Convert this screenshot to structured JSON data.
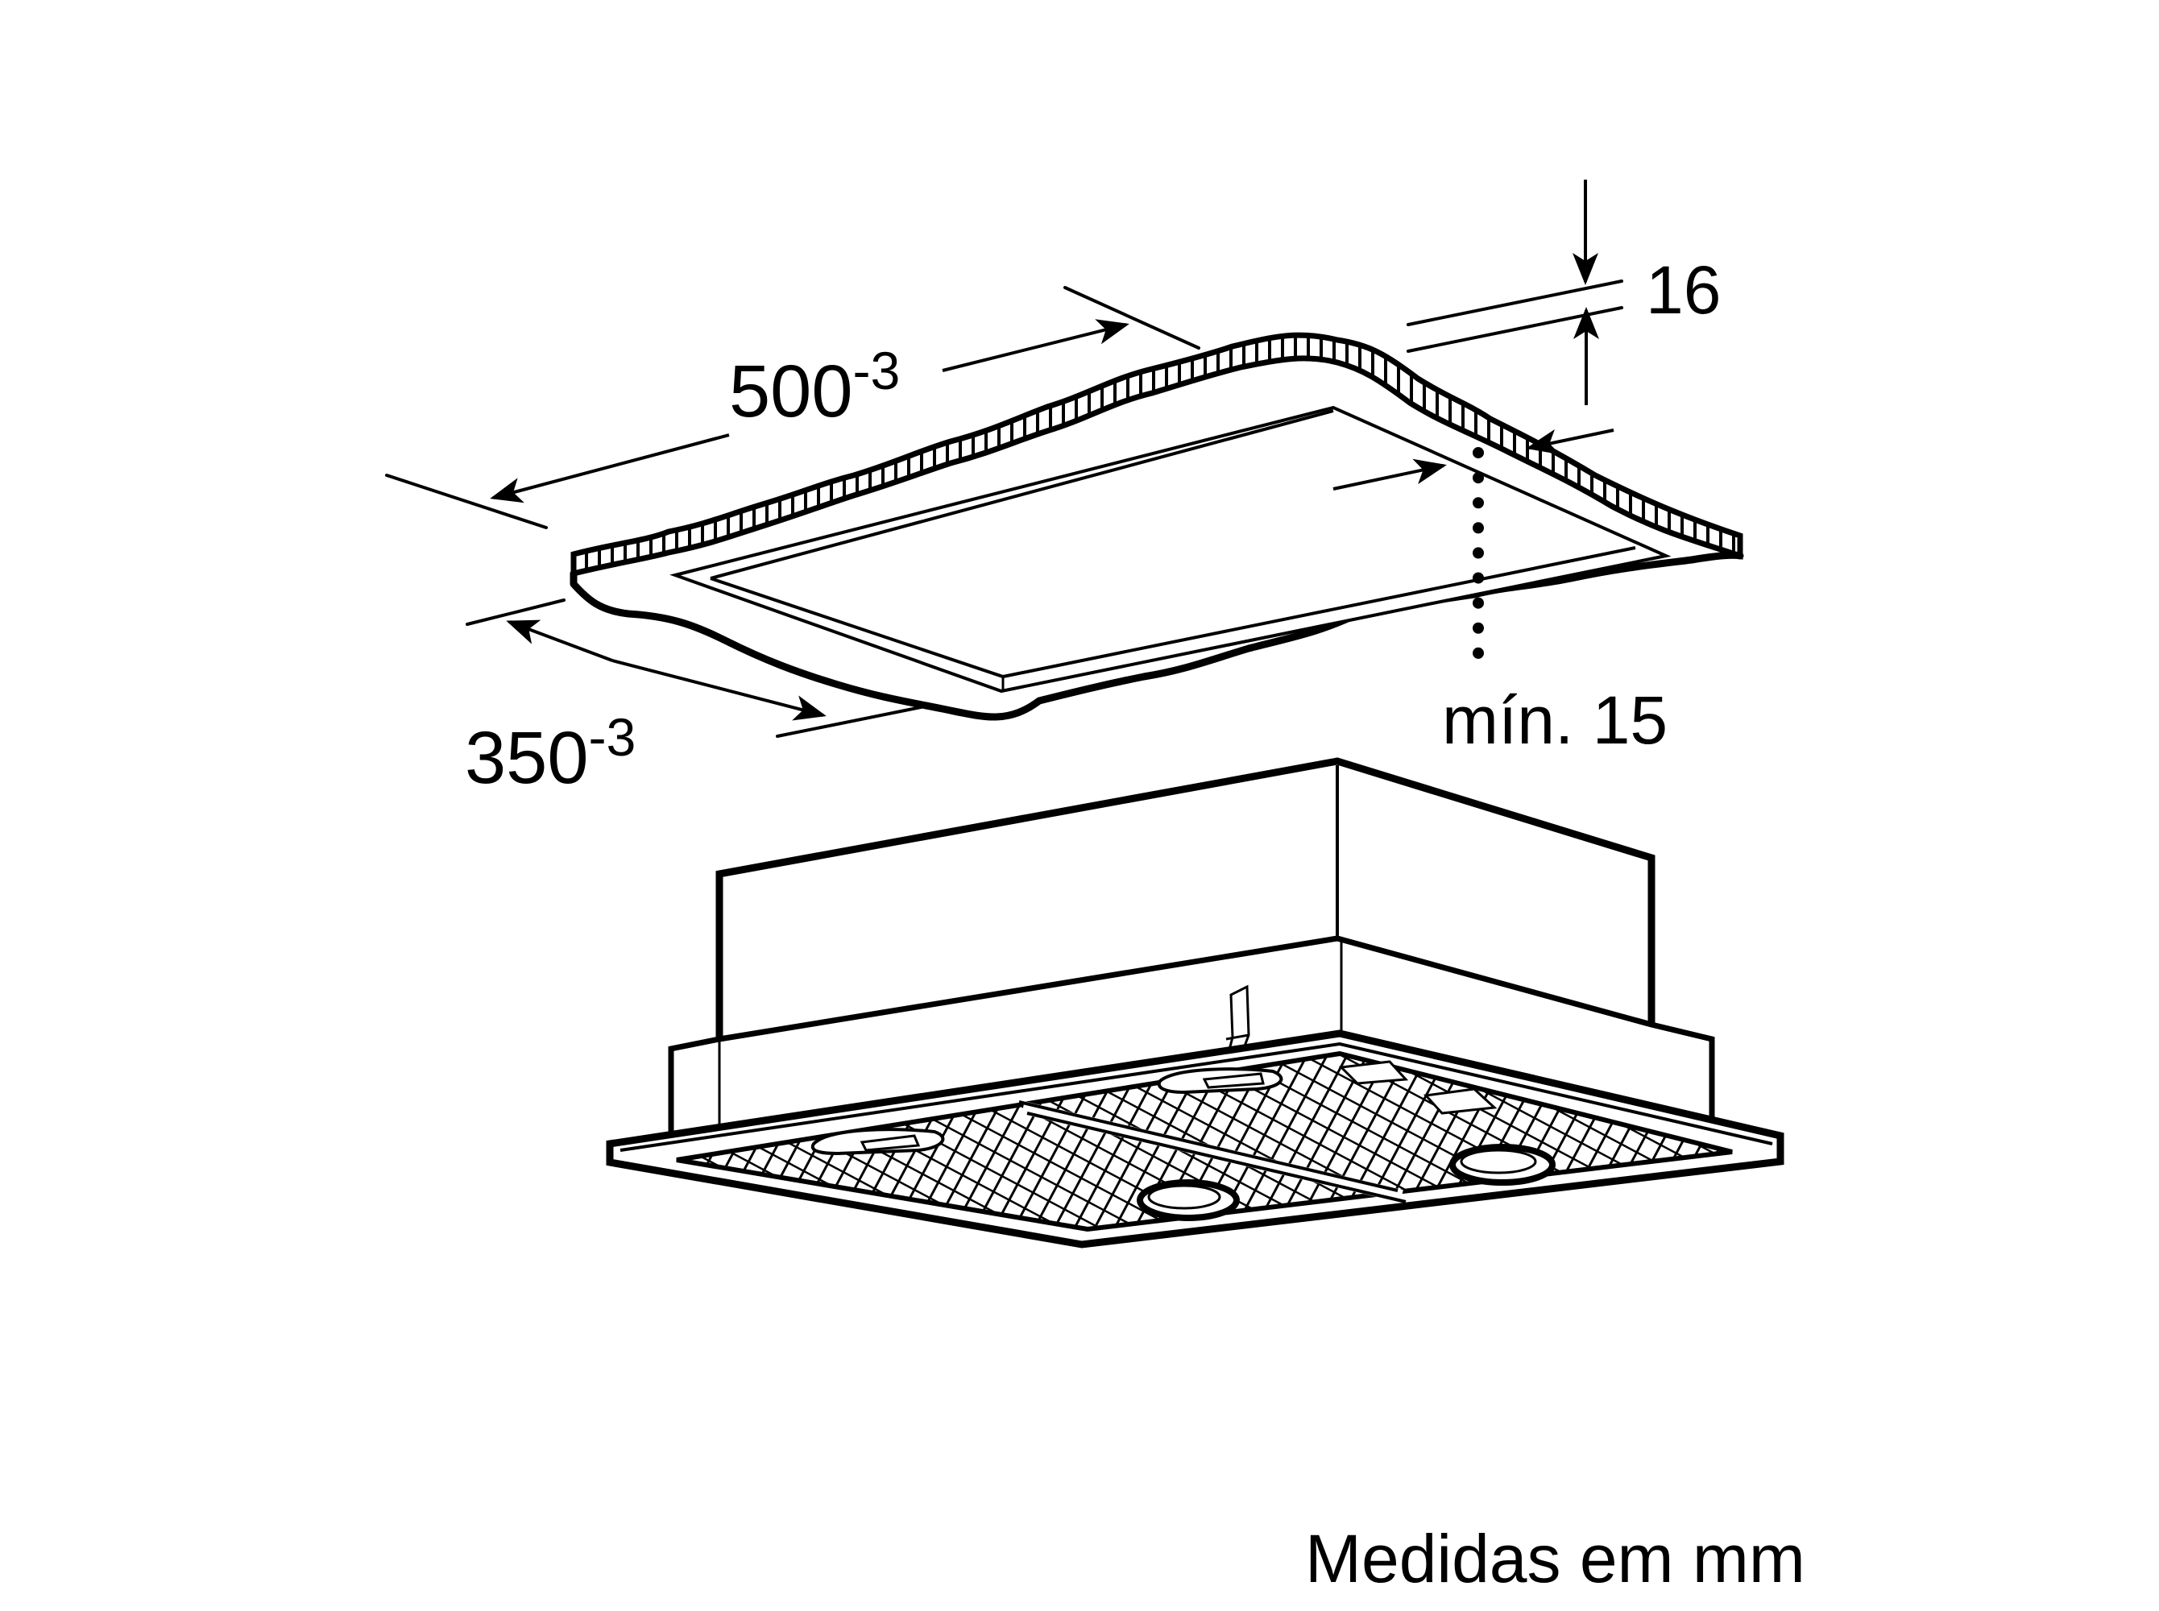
{
  "diagram": {
    "type": "installation dimension drawing",
    "subject": "built-in cooker hood module with ceiling/cabinet cut-out",
    "colors": {
      "line": "#000000",
      "background": "#ffffff"
    }
  },
  "dimensions": {
    "width": {
      "value": "500",
      "tolerance": "-3",
      "target": "cut-out length"
    },
    "depth": {
      "value": "350",
      "tolerance": "-3",
      "target": "cut-out width"
    },
    "thickness": {
      "value": "16",
      "target": "panel thickness"
    },
    "min_margin": {
      "label": "mín. 15",
      "target": "minimum distance from cut-out to panel edge"
    }
  },
  "footer": {
    "units_note": "Medidas em mm"
  }
}
